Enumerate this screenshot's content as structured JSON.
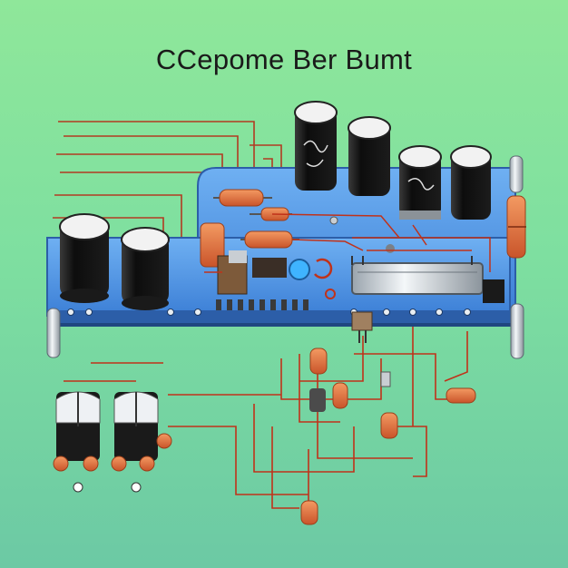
{
  "title": "CCepome Ber Bumt",
  "colors": {
    "background_top": "#8fe79a",
    "background_bottom": "#6cc9a4",
    "board_blue": "#4a8fe0",
    "board_edge": "#2c5ea8",
    "wire_red": "#c8402a",
    "capacitor_black": "#111111",
    "resistor_orange": "#e0703a"
  },
  "objects": [
    "electrolytic-capacitors",
    "circuit-board",
    "resistors",
    "wiring",
    "transistors",
    "heat-sink-bar",
    "standoffs"
  ]
}
